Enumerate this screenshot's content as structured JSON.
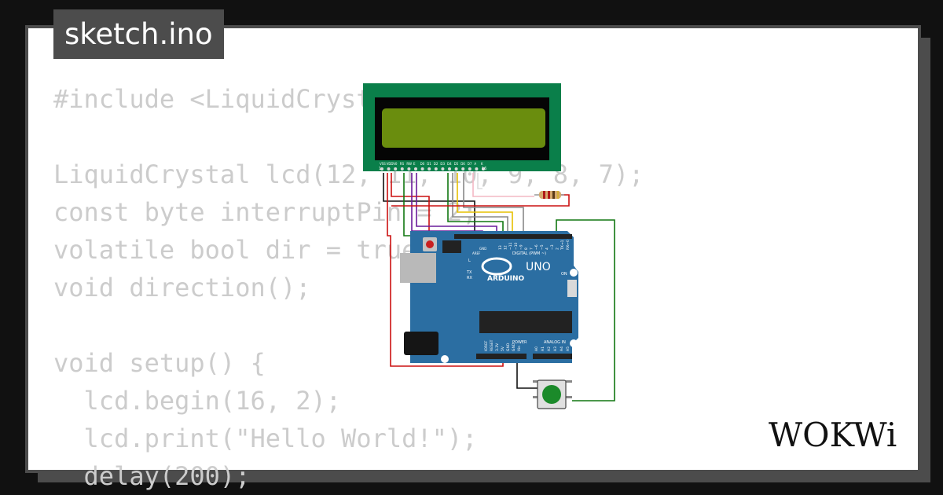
{
  "file_tab": {
    "label": "sketch.ino"
  },
  "code_lines": [
    "#include <LiquidCrystal.h>",
    "",
    "LiquidCrystal lcd(12, 11, 10, 9, 8, 7);",
    "const byte interruptPin = 2;",
    "volatile bool dir = true;",
    "void direction();",
    "",
    "void setup() {",
    "  lcd.begin(16, 2);",
    "  lcd.print(\"Hello World!\");",
    "  delay(200);"
  ],
  "arduino": {
    "brand": "ARDUINO",
    "model": "UNO",
    "digital_label": "DIGITAL (PWM ~)",
    "power_label": "POWER",
    "analog_label": "ANALOG IN",
    "on_label": "ON",
    "tx_label": "TX",
    "rx_label": "RX",
    "l_label": "L",
    "aref_label": "AREF",
    "gnd_label": "GND",
    "digital_pins": [
      "13",
      "12",
      "~11",
      "~10",
      "~9",
      "8",
      "7",
      "~6",
      "~5",
      "4",
      "~3",
      "2",
      "TX→1",
      "RX←0"
    ],
    "power_pins": [
      "IOREF",
      "RESET",
      "3.3V",
      "5V",
      "GND",
      "GND",
      "Vin"
    ],
    "analog_pins": [
      "A0",
      "A1",
      "A2",
      "A3",
      "A4",
      "A5"
    ]
  },
  "lcd": {
    "pins": [
      "VSS",
      "VDD",
      "V0",
      "RS",
      "RW",
      "E",
      "D0",
      "D1",
      "D2",
      "D3",
      "D4",
      "D5",
      "D6",
      "D7",
      "A",
      "K"
    ],
    "pin_start": "1",
    "pin_end": "16"
  },
  "brand": {
    "logo_text": "WOKWi"
  },
  "colors": {
    "background": "#111111",
    "card_border": "#4c4c4c",
    "code_text": "#cccccc",
    "lcd_board": "#0a7f4a",
    "lcd_screen": "#6a8d0e",
    "arduino_board": "#2b6ea2",
    "button_cap": "#1b8a2a"
  }
}
